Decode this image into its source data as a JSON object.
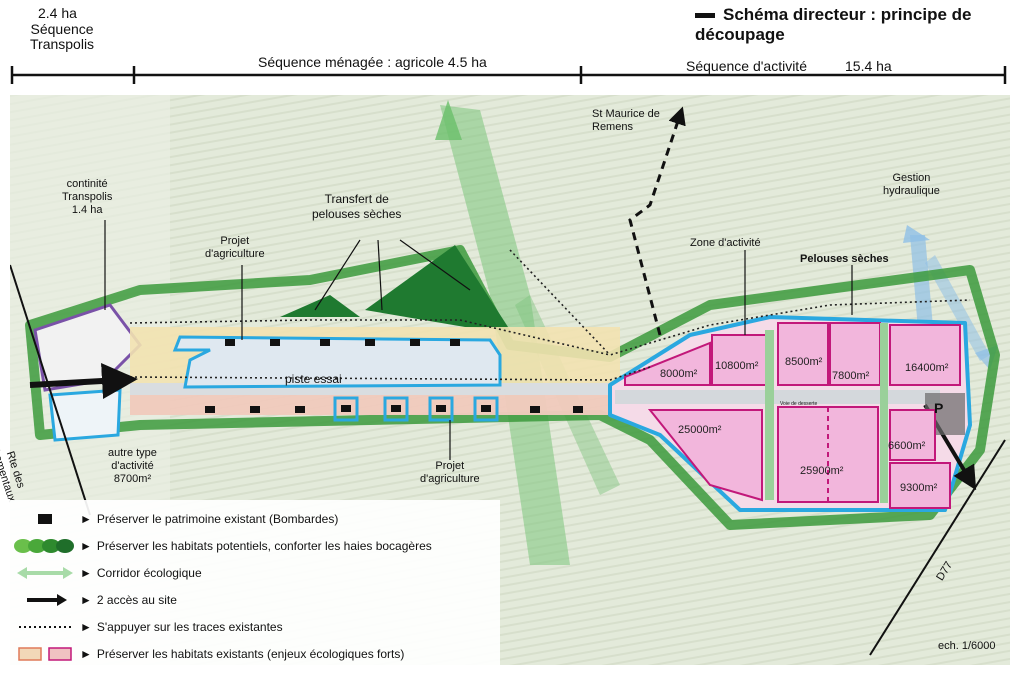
{
  "header": {
    "transpolis_area": "2.4 ha",
    "transpolis_name": "Séquence\nTranspolis",
    "agricole": "Séquence ménagée : agricole  4.5 ha",
    "activite_name": "Séquence d'activité",
    "activite_area": "15.4 ha",
    "title": "Schéma directeur : principe de découpage"
  },
  "labels": {
    "continuite": "continité\nTranspolis\n1.4 ha",
    "transfert": "Transfert de\npelouses sèches",
    "projet_agri_top": "Projet\nd'agriculture",
    "projet_agri_bottom": "Projet\nd'agriculture",
    "st_maurice": "St Maurice de\nRemens",
    "zone_activite": "Zone d'activité",
    "pelouses": "Pelouses sèches",
    "gestion": "Gestion\nhydraulique",
    "piste": "piste essai",
    "autre": "autre type\nd'activité\n8700m²",
    "road_fromentaux": "Rte des\nFromentaux",
    "road_d77": "D77",
    "parking": "P",
    "voie": "Voie de desserte",
    "scale": "ech. 1/6000"
  },
  "lots": [
    {
      "area": "8000m²"
    },
    {
      "area": "10800m²"
    },
    {
      "area": "8500m²"
    },
    {
      "area": "7800m²"
    },
    {
      "area": "16400m²"
    },
    {
      "area": "25000m²"
    },
    {
      "area": "25900m²"
    },
    {
      "area": "6600m²"
    },
    {
      "area": "9300m²"
    }
  ],
  "legend": [
    {
      "text": "Préserver le patrimoine existant (Bombardes)"
    },
    {
      "text": "Préserver les habitats potentiels, conforter les haies bocagères"
    },
    {
      "text": "Corridor écologique"
    },
    {
      "text": "2 accès au site"
    },
    {
      "text": "S'appuyer sur les traces existantes"
    },
    {
      "text": "Préserver les habitats existants (enjeux écologiques forts)"
    }
  ],
  "legend_bullet": "►",
  "colors": {
    "background": "#dfe6d6",
    "field": "#e6ecdc",
    "hedge": "#3c9a3c",
    "hedge_dark": "#1f6e2a",
    "lot_fill": "#f2b6dc",
    "lot_stroke": "#c2187a",
    "outline_blue": "#2aa8e0",
    "habitat_pink": "#f0c2c2",
    "habitat_yellow": "#f2e2b0",
    "corridor": "#7cc47c",
    "hydraulic": "#8fbfe6",
    "purple": "#7a52a8"
  }
}
